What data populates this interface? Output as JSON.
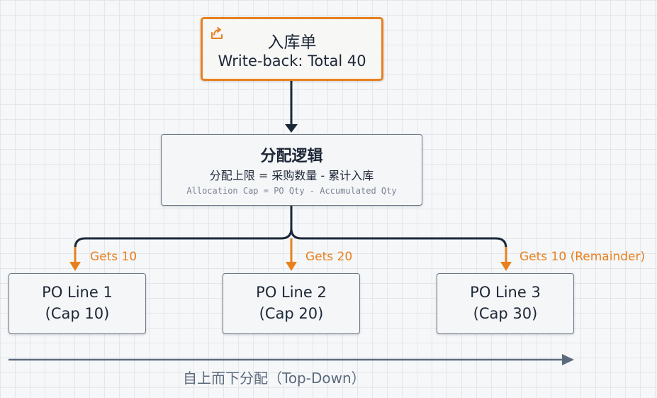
{
  "source": {
    "title": "入库单",
    "subtitle": "Write-back: Total 40",
    "icon": "share-icon"
  },
  "logic": {
    "title": "分配逻辑",
    "formula_cn": "分配上限 = 采购数量 - 累计入库",
    "formula_en": "Allocation Cap = PO Qty - Accumulated Qty"
  },
  "po_lines": [
    {
      "name": "PO Line 1",
      "cap": "(Cap 10)",
      "gets": "Gets 10"
    },
    {
      "name": "PO Line 2",
      "cap": "(Cap 20)",
      "gets": "Gets 20"
    },
    {
      "name": "PO Line 3",
      "cap": "(Cap 30)",
      "gets": "Gets 10 (Remainder)"
    }
  ],
  "axis": {
    "label": "自上而下分配（Top-Down）"
  },
  "colors": {
    "accent": "#e8801e",
    "connector_dark": "#1b2738",
    "axis": "#5c6a7c"
  }
}
